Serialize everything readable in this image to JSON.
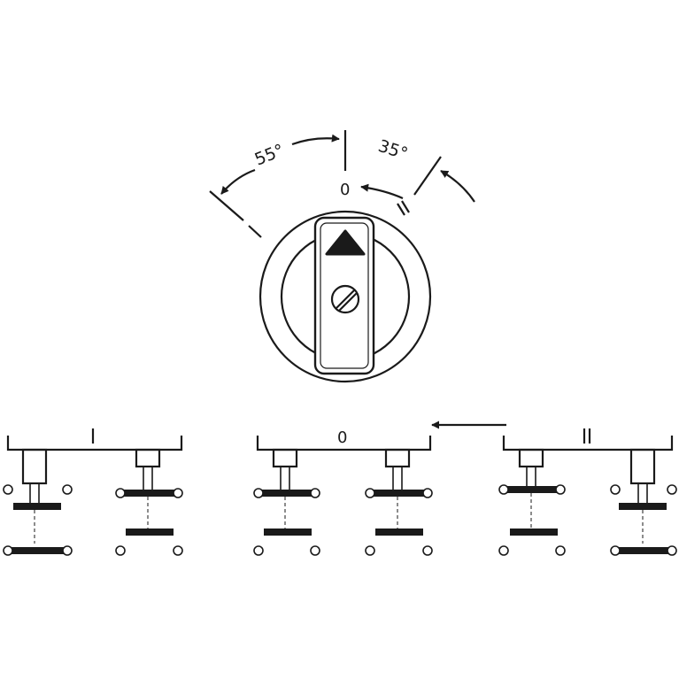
{
  "dial": {
    "angle_left": "55°",
    "angle_right": "35°",
    "pos_zero": "0",
    "pos_one": "I",
    "pos_two": "II"
  },
  "contacts": {
    "section_one_label": "I",
    "section_zero_label": "0",
    "section_two_label": "II"
  },
  "icons": [
    "rotation-arrow-icon",
    "triangle-indicator-icon",
    "screw-icon",
    "direction-arrow-icon"
  ]
}
